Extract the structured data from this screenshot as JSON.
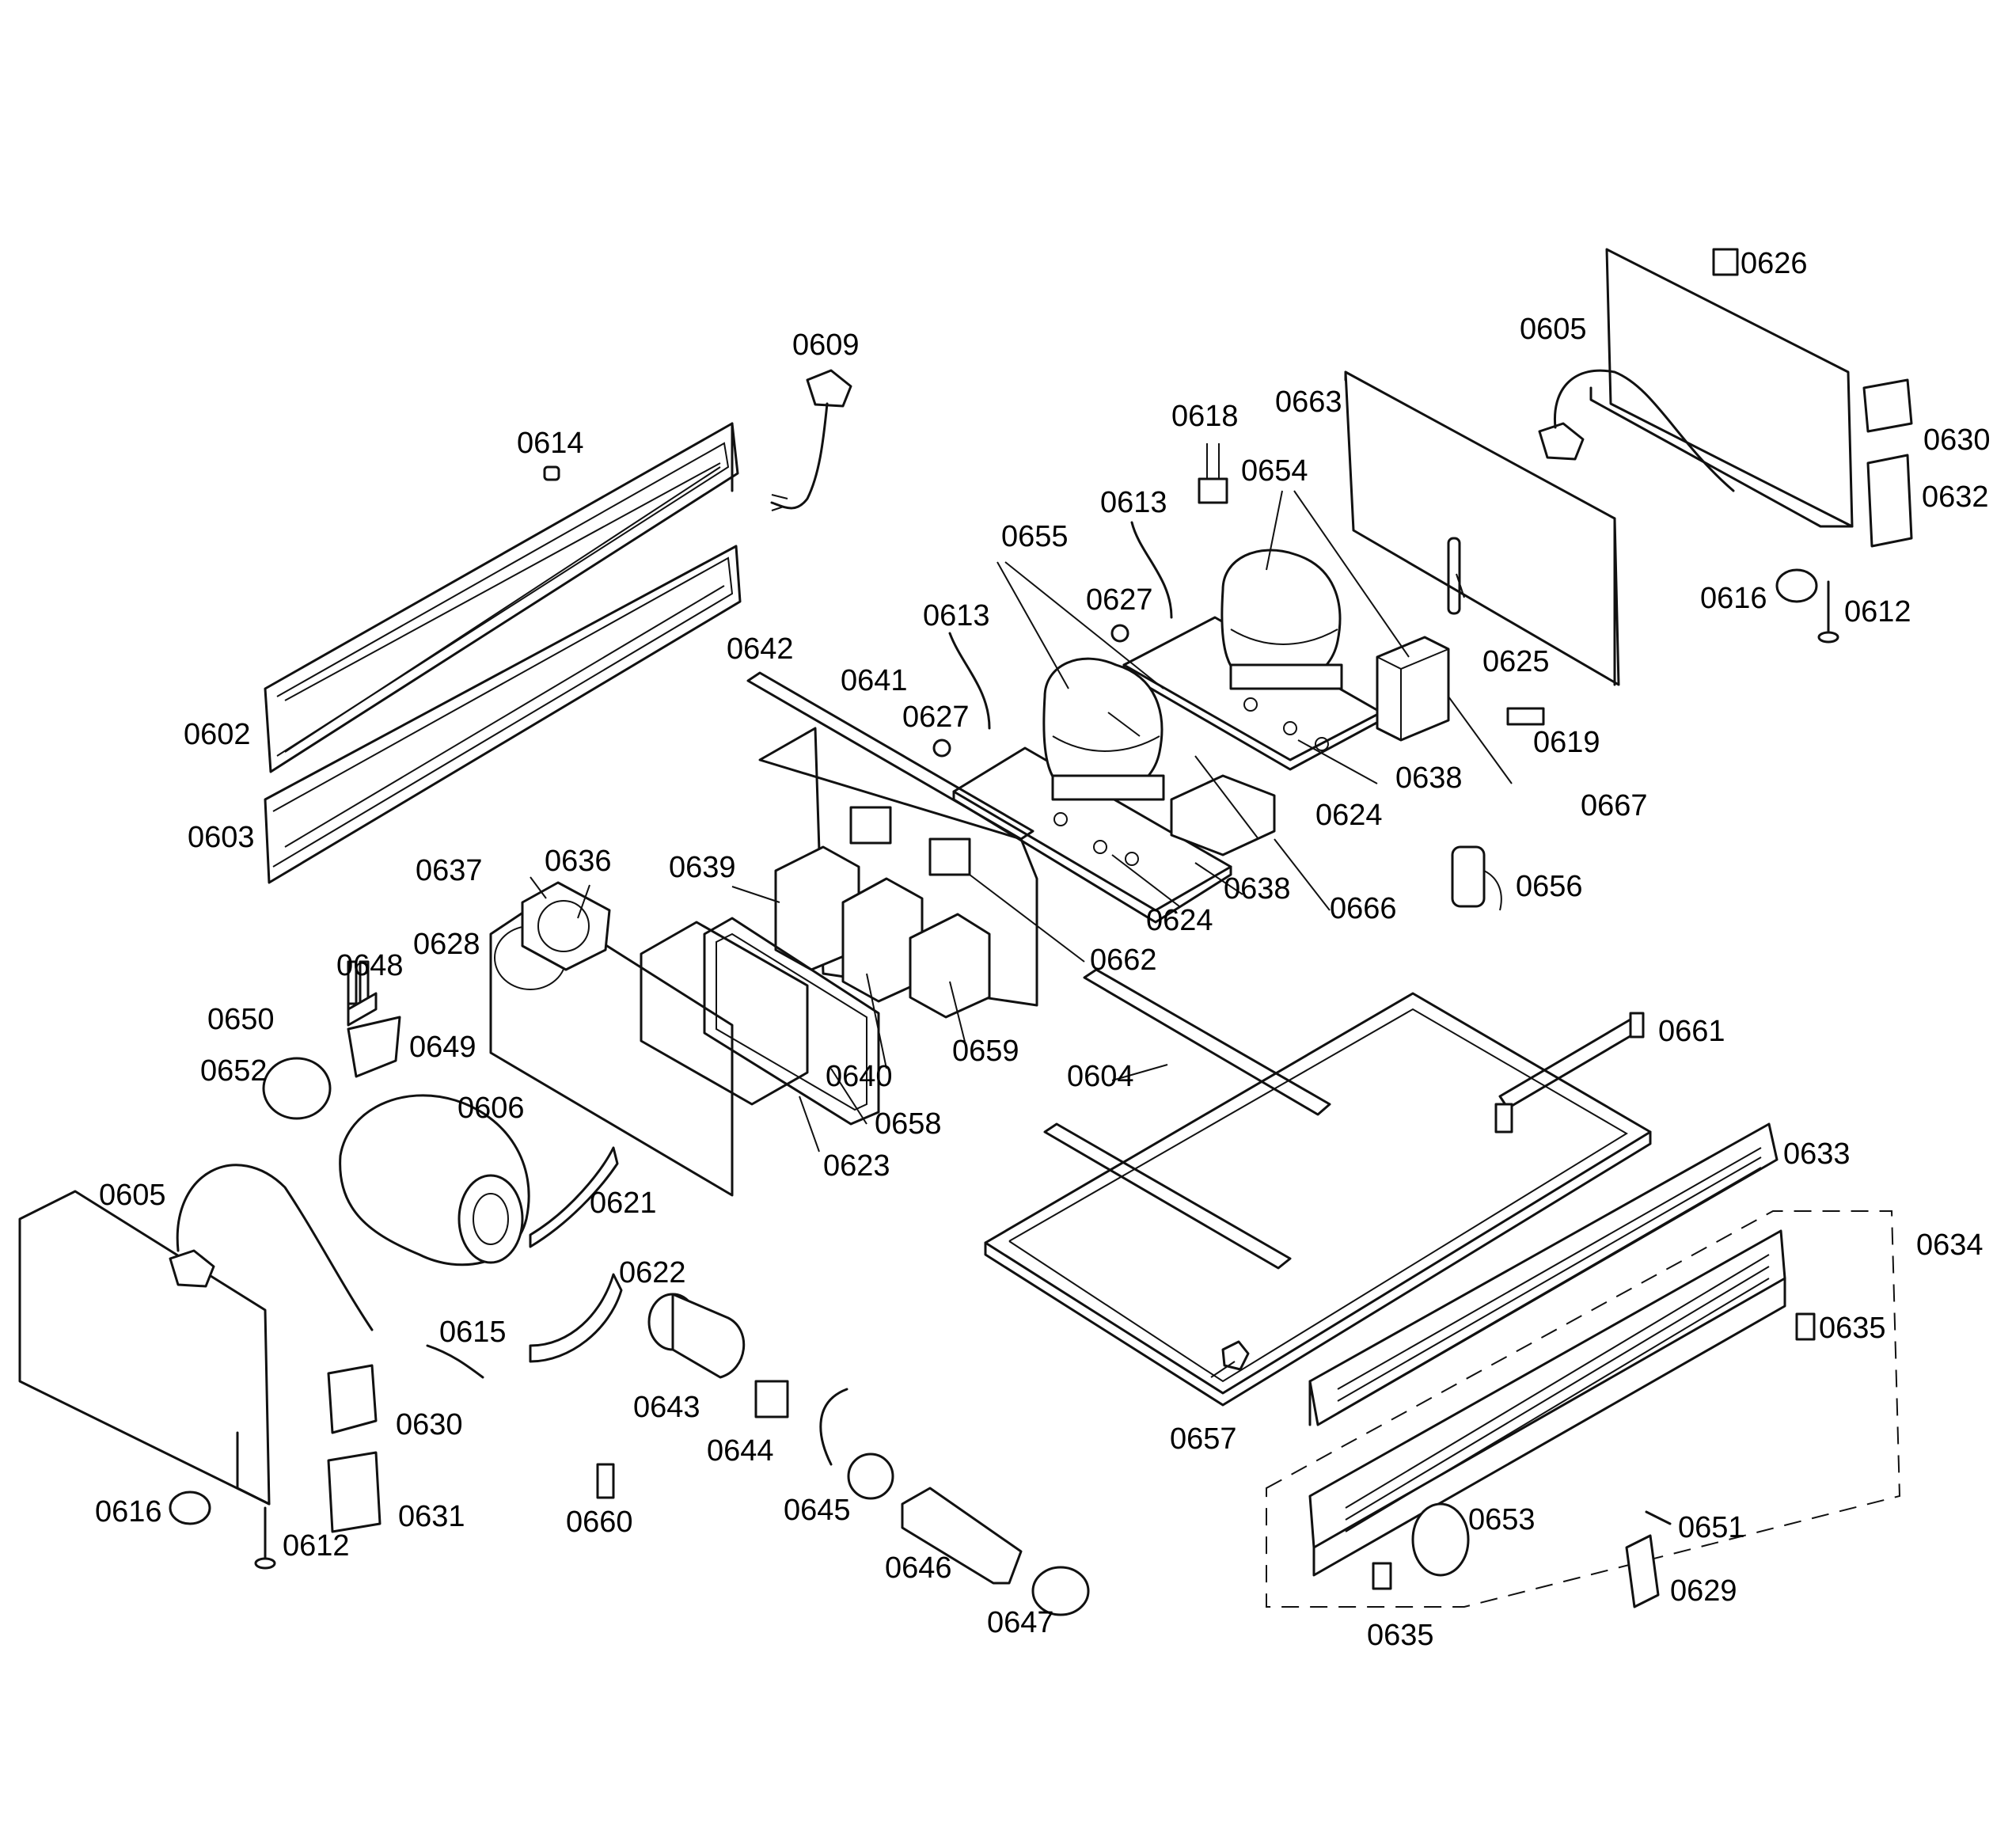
{
  "callouts": {
    "c0602": "0602",
    "c0603": "0603",
    "c0614": "0614",
    "c0609": "0609",
    "c0618": "0618",
    "c0663": "0663",
    "c0626": "0626",
    "c0605a": "0605",
    "c0630a": "0630",
    "c0632": "0632",
    "c0616a": "0616",
    "c0612a": "0612",
    "c0613a": "0613",
    "c0654": "0654",
    "c0655": "0655",
    "c0627a": "0627",
    "c0613b": "0613",
    "c0625": "0625",
    "c0642": "0642",
    "c0641": "0641",
    "c0627b": "0627",
    "c0619": "0619",
    "c0638a": "0638",
    "c0667": "0667",
    "c0624a": "0624",
    "c0639": "0639",
    "c0637": "0637",
    "c0636": "0636",
    "c0628": "0628",
    "c0638b": "0638",
    "c0666": "0666",
    "c0656": "0656",
    "c0624b": "0624",
    "c0662": "0662",
    "c0648": "0648",
    "c0650": "0650",
    "c0649": "0649",
    "c0652": "0652",
    "c0640": "0640",
    "c0659": "0659",
    "c0604": "0604",
    "c0661": "0661",
    "c0606": "0606",
    "c0658": "0658",
    "c0623": "0623",
    "c0633": "0633",
    "c0605b": "0605",
    "c0621": "0621",
    "c0634": "0634",
    "c0622": "0622",
    "c0635a": "0635",
    "c0615": "0615",
    "c0643": "0643",
    "c0630b": "0630",
    "c0657": "0657",
    "c0644": "0644",
    "c0645": "0645",
    "c0616b": "0616",
    "c0660": "0660",
    "c0631": "0631",
    "c0653": "0653",
    "c0651": "0651",
    "c0612b": "0612",
    "c0646": "0646",
    "c0629": "0629",
    "c0635b": "0635",
    "c0647": "0647"
  }
}
